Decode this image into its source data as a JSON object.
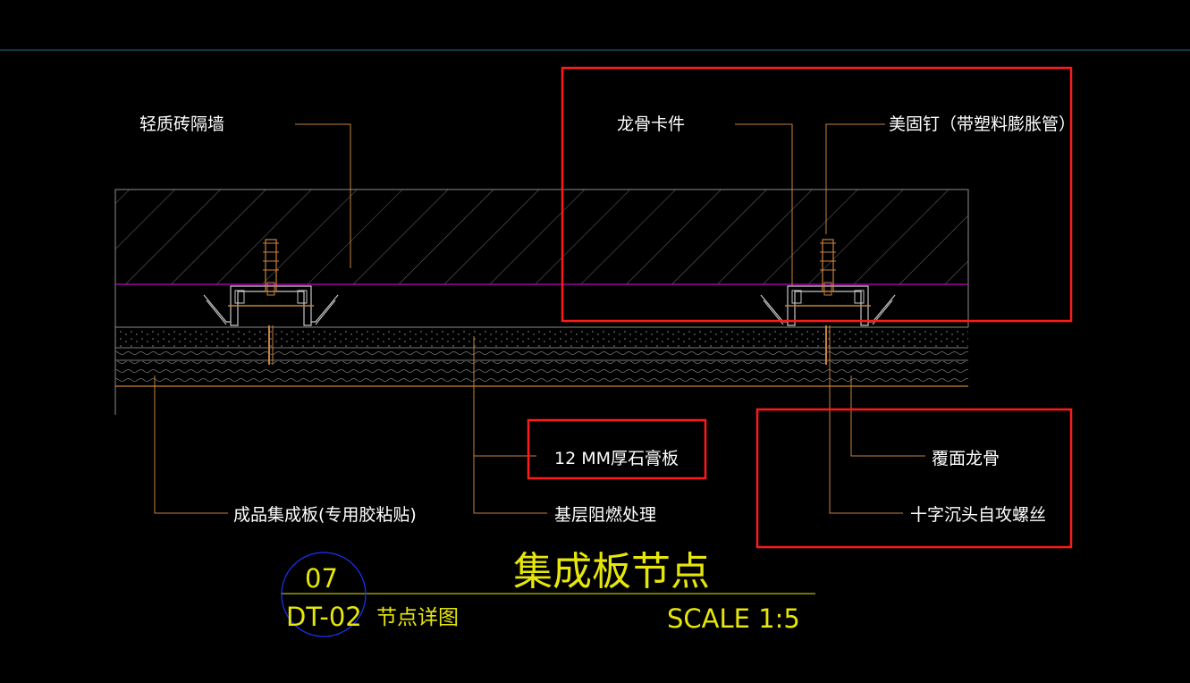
{
  "drawing": {
    "background": "#000000",
    "colors": {
      "leader": "#c8823c",
      "wall_outline": "#8c8c8c",
      "hatch": "#6e6e6e",
      "magenta_line": "#c000c0",
      "highlight_box": "#ff1a1a",
      "title_text": "#e6e60a",
      "circle": "#1e32ff",
      "top_rule": "#1a6e8c"
    }
  },
  "labels": {
    "wall": "轻质砖隔墙",
    "keel_clip": "龙骨卡件",
    "anchor_nail": "美固钉（带塑料膨胀管）",
    "gypsum_board": "12 MM厚石膏板",
    "integrated_panel": "成品集成板(专用胶粘贴)",
    "fireproof": "基层阻燃处理",
    "cover_keel": "覆面龙骨",
    "screw": "十字沉头自攻螺丝"
  },
  "title_block": {
    "title": "集成板节点",
    "number": "07",
    "sheet": "DT-02",
    "sheet_desc": "节点详图",
    "scale": "SCALE 1:5"
  }
}
